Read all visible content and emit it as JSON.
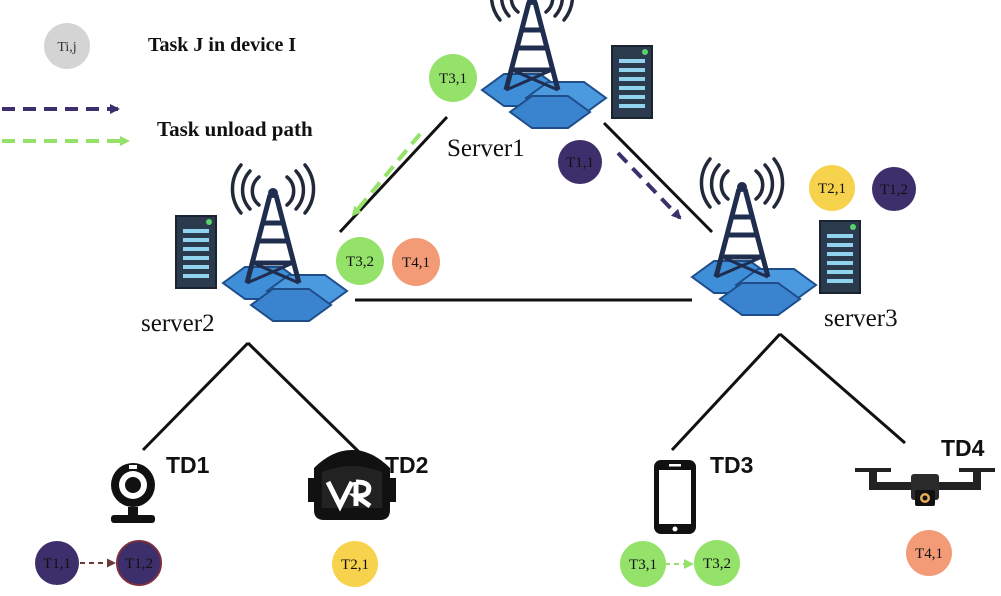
{
  "legend": {
    "task_symbol": "Ti,j",
    "task_label": "Task J in device I",
    "path_label": "Task unload path"
  },
  "colors": {
    "purple": "#3d2f6b",
    "green": "#95e26a",
    "orange": "#f39a76",
    "yellow": "#f7d24c",
    "grey": "#d4d4d4",
    "hex_blue": "#3d8fd6"
  },
  "servers": {
    "server1": "Server1",
    "server2": "server2",
    "server3": "server3"
  },
  "devices": {
    "td1": "TD1",
    "td2": "TD2",
    "td3": "TD3",
    "td4": "TD4"
  },
  "device_icons": {
    "td1": "webcam-icon",
    "td2": "vr-headset-icon",
    "td3": "smartphone-icon",
    "td4": "drone-icon"
  },
  "tasks": {
    "s1_t31": "T3,1",
    "s1_t11": "T1,1",
    "s2_t32": "T3,2",
    "s2_t41": "T4,1",
    "s3_t21": "T2,1",
    "s3_t12": "T1,2",
    "td1_t11": "T1,1",
    "td1_t12": "T1,2",
    "td2_t21": "T2,1",
    "td3_t31": "T3,1",
    "td3_t32": "T3,2",
    "td4_t41": "T4,1"
  }
}
